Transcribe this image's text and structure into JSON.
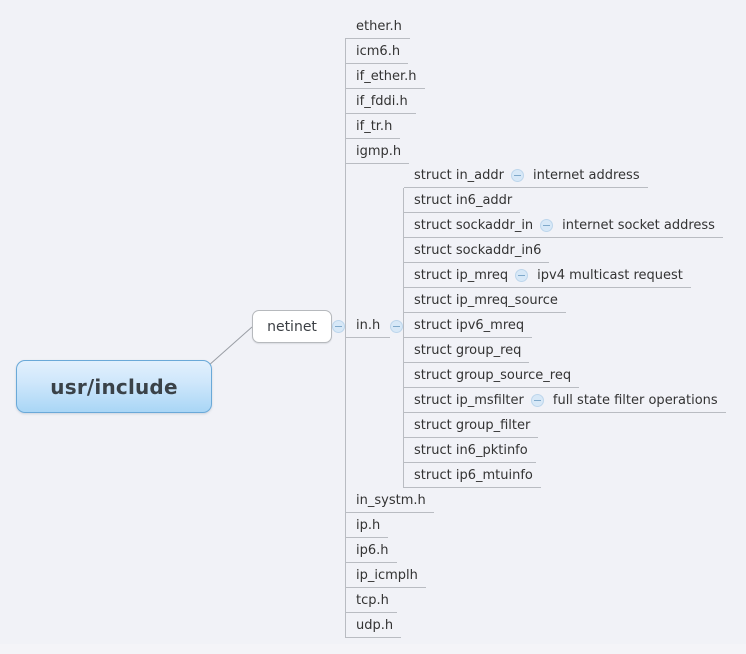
{
  "app": {
    "type": "mindmap",
    "background_color": "#f1f2f7"
  },
  "root": {
    "label": "usr/include",
    "accent_color": "#a9d6f6",
    "border_color": "#6aa9d8",
    "text_color": "#3a4248"
  },
  "branch": {
    "label": "netinet",
    "collapse_icon": "minus-circle-icon",
    "expanded": true
  },
  "icons": {
    "collapse": "minus-circle-icon",
    "fill": "#d7e8f7",
    "stroke": "#bdd6ec"
  },
  "children": [
    {
      "label": "ether.h",
      "has_icon": false,
      "note": ""
    },
    {
      "label": "icm6.h",
      "has_icon": false,
      "note": ""
    },
    {
      "label": "if_ether.h",
      "has_icon": false,
      "note": ""
    },
    {
      "label": "if_fddi.h",
      "has_icon": false,
      "note": ""
    },
    {
      "label": "if_tr.h",
      "has_icon": false,
      "note": ""
    },
    {
      "label": "igmp.h",
      "has_icon": false,
      "note": ""
    },
    {
      "label": "in.h",
      "has_icon": true,
      "note": ""
    },
    {
      "label": "in_systm.h",
      "has_icon": false,
      "note": ""
    },
    {
      "label": "ip.h",
      "has_icon": false,
      "note": ""
    },
    {
      "label": "ip6.h",
      "has_icon": false,
      "note": ""
    },
    {
      "label": "ip_icmplh",
      "has_icon": false,
      "note": ""
    },
    {
      "label": "tcp.h",
      "has_icon": false,
      "note": ""
    },
    {
      "label": "udp.h",
      "has_icon": false,
      "note": ""
    }
  ],
  "structs": [
    {
      "label": "struct in_addr",
      "has_icon": true,
      "note": "internet address"
    },
    {
      "label": "struct in6_addr",
      "has_icon": false,
      "note": ""
    },
    {
      "label": "struct sockaddr_in",
      "has_icon": true,
      "note": "internet socket address"
    },
    {
      "label": "struct sockaddr_in6",
      "has_icon": false,
      "note": ""
    },
    {
      "label": "struct ip_mreq",
      "has_icon": true,
      "note": "ipv4 multicast request"
    },
    {
      "label": "struct ip_mreq_source",
      "has_icon": false,
      "note": ""
    },
    {
      "label": "struct ipv6_mreq",
      "has_icon": false,
      "note": ""
    },
    {
      "label": "struct group_req",
      "has_icon": false,
      "note": ""
    },
    {
      "label": "struct group_source_req",
      "has_icon": false,
      "note": ""
    },
    {
      "label": "struct ip_msfilter",
      "has_icon": true,
      "note": "full state filter operations"
    },
    {
      "label": "struct group_filter",
      "has_icon": false,
      "note": ""
    },
    {
      "label": "struct in6_pktinfo",
      "has_icon": false,
      "note": ""
    },
    {
      "label": "struct ip6_mtuinfo",
      "has_icon": false,
      "note": ""
    }
  ]
}
